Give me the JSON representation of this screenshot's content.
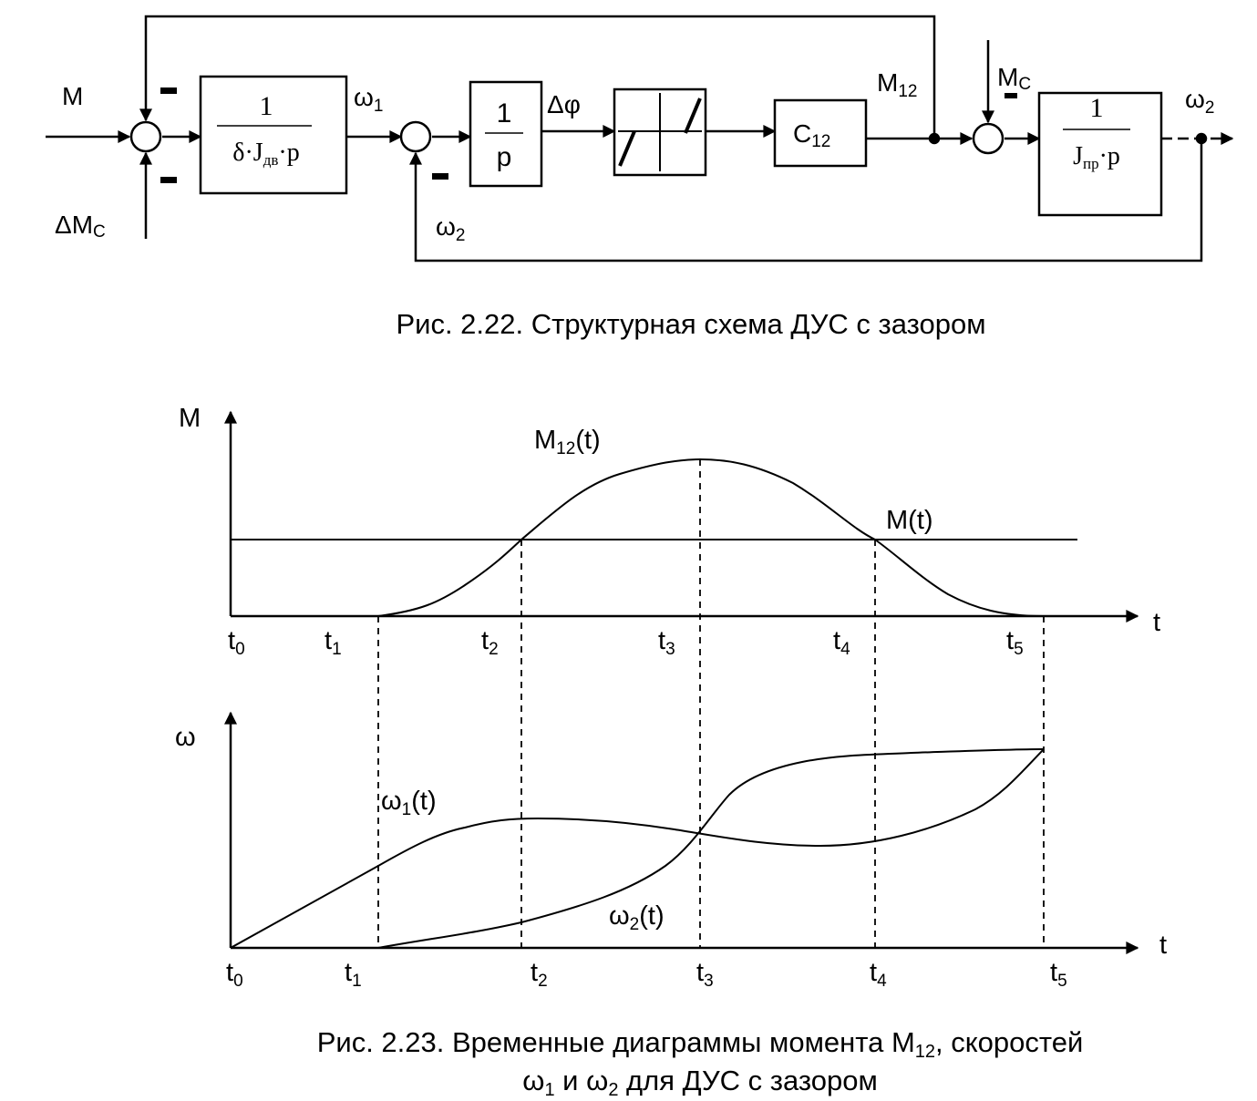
{
  "block_diagram": {
    "inputs": {
      "m": "M",
      "delta_mc": {
        "base": "ΔM",
        "sub": "C"
      },
      "mc": {
        "base": "M",
        "sub": "C"
      }
    },
    "signs": {
      "minus": "–"
    },
    "blocks": {
      "motor": {
        "num": "1",
        "den_pre": "δ·J",
        "den_sub": "дв",
        "den_post": "·p"
      },
      "integrator": {
        "num": "1",
        "den": "p"
      },
      "stiffness": {
        "base": "C",
        "sub": "12"
      },
      "load": {
        "num": "1",
        "den_pre": "J",
        "den_sub": "пр",
        "den_post": "·p"
      }
    },
    "signals": {
      "omega1": {
        "base": "ω",
        "sub": "1"
      },
      "omega2_feedback": {
        "base": "ω",
        "sub": "2"
      },
      "omega2_out": {
        "base": "ω",
        "sub": "2"
      },
      "dphi": "Δφ",
      "m12": {
        "base": "M",
        "sub": "12"
      }
    },
    "caption": "Рис. 2.22.  Структурная схема ДУС с зазором"
  },
  "torque_plot": {
    "y_axis_label": "M",
    "x_axis_label": "t",
    "m12_label": {
      "base": "M",
      "sub": "12",
      "suffix": "(t)"
    },
    "m_label": "M(t)",
    "ticks": [
      {
        "base": "t",
        "sub": "0"
      },
      {
        "base": "t",
        "sub": "1"
      },
      {
        "base": "t",
        "sub": "2"
      },
      {
        "base": "t",
        "sub": "3"
      },
      {
        "base": "t",
        "sub": "4"
      },
      {
        "base": "t",
        "sub": "5"
      }
    ]
  },
  "speed_plot": {
    "y_axis_label": "ω",
    "x_axis_label": "t",
    "omega1_label": {
      "base": "ω",
      "sub": "1",
      "suffix": "(t)"
    },
    "omega2_label": {
      "base": "ω",
      "sub": "2",
      "suffix": "(t)"
    },
    "ticks": [
      {
        "base": "t",
        "sub": "0"
      },
      {
        "base": "t",
        "sub": "1"
      },
      {
        "base": "t",
        "sub": "2"
      },
      {
        "base": "t",
        "sub": "3"
      },
      {
        "base": "t",
        "sub": "4"
      },
      {
        "base": "t",
        "sub": "5"
      }
    ]
  },
  "caption2_line1": {
    "pre": "Рис. 2.23.  Временные диаграммы момента M",
    "sub": "12",
    "post": ", скоростей"
  },
  "caption2_line2": {
    "a": "ω",
    "a_sub": "1",
    "mid": " и ω",
    "b_sub": "2",
    "post": " для ДУС с зазором"
  }
}
